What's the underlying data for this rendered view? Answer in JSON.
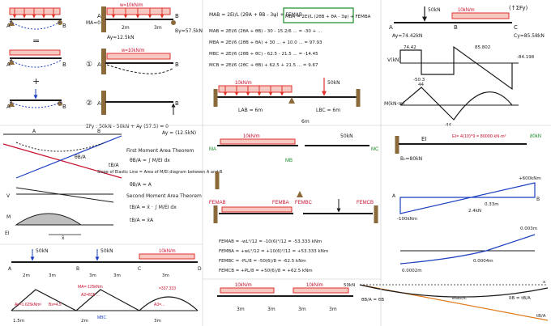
{
  "colors": {
    "beam_load": "#e0312b",
    "beam_fill": "#f6c8c2",
    "support": "#8a6a3a",
    "ink": "#1a1a1a",
    "blue_ink": "#1b3fbf",
    "red_ink": "#c8102e",
    "green_ink": "#1a8a2a",
    "tangent_orange": "#e07a1a",
    "shade_gray": "#bfbfbf"
  },
  "panel_top_left": {
    "equals": "=",
    "plus": "+",
    "A": "A",
    "B": "B"
  },
  "panel_fbd": {
    "load": "w=10kN/m",
    "span_a": "2m",
    "span_b": "3m",
    "reaction_a": "Ay=12.5kN",
    "reaction_b": "By=57.5kN",
    "moment_a": "MA=0",
    "step1": "①",
    "step2": "②",
    "A": "A",
    "B": "B",
    "equilibrium": "ΣFy : 50kN - 50kN + Ay  (57.5) = 0",
    "ay_result": "Ay = (12.5kN)"
  },
  "panel_equations": {
    "line1": "MAB = 2EI/L (2θA + θB - 3ψ) + FEMAB",
    "line1_boxed": "MBA = 2EI/L (2θB + θA - 3ψ) + FEMBA",
    "line2": "MAB = 2EI/6 (2θA + θB) - 30 - 15.2/6 ... = -30 + ...",
    "line3": "MBA = 2EI/6 (2θB + θA) + 30 ... + 10.0 ... = 97.93",
    "line4": "MBC = 2EI/6 (2θB + θC) - 62.5 - 21.5 ... = -14.45",
    "line5": "MCB = 2EI/6 (2θC + θB) + 62.5 + 21.5 ... = 9.67"
  },
  "panel_mid_beam": {
    "load": "10kN/m",
    "force": "50kN",
    "span1": "LAB = 6m",
    "span2": "LBC = 6m",
    "dim": "6m"
  },
  "panel_top_right": {
    "force": "50kN",
    "load": "10kN/m",
    "title": "(↑ΣFy)",
    "reaction_a": "Ay=74.42kN",
    "reaction_c": "Cy=85.58kN",
    "shear_values": [
      "74.42",
      "-50.3",
      "85.802",
      "-84.198"
    ],
    "shear_label": "V(kN)",
    "moment_label": "M(kN·m)",
    "moment_values": [
      "44",
      "-44"
    ],
    "A": "A",
    "B": "B",
    "C": "C"
  },
  "panel_moment_area": {
    "A": "A",
    "B": "B",
    "t_label": "tB/A",
    "theta_label": "θB/A",
    "title1": "First Moment Area Theorem",
    "eq1": "θB/A = ∫ M/EI dx",
    "slope_note": "Slope of Elastic Line = Area of M/EI diagram between A and B",
    "eq1b": "θB/A = A",
    "title2": "Second Moment Area Theorem",
    "eq2": "tB/A = x̄ · ∫ M/EI dx",
    "eq2b": "tB/A = x̄A",
    "V": "V",
    "M": "M",
    "EI": "EI",
    "xbar": "x̄"
  },
  "panel_fem": {
    "load": "10kN/m",
    "force": "50kN",
    "MA": "MA",
    "MB": "MB",
    "MC": "MC",
    "fem_ab": "FEMAB",
    "fem_ba": "FEMBA",
    "fem_bc": "FEMBC",
    "fem_cb": "FEMCB",
    "fem1": "FEMAB = -wL²/12 = -10(6)²/12 = -53.333 kNm",
    "fem2": "FEMBA = +wL²/12 = +10(6)²/12 = +53.333 kNm",
    "fem3": "FEMBC = -PL/8 = -50(6)/8 = -62.5 kNm",
    "fem4": "FEMCB = +PL/8 = +50(6)/8 = +62.5 kNm"
  },
  "panel_right_mid": {
    "A": "A",
    "B": "B",
    "EI": "EI",
    "load_top": "EI= 4(10)^9 = 80000 kN·m²",
    "force": "80kN",
    "reaction": "B₀=80kN",
    "values": [
      "+600kNm",
      "-100kNm",
      "0.33m",
      "2.4kN",
      "0.0002m",
      "0.0004m",
      "0.003m"
    ]
  },
  "panel_bottom_left": {
    "forces": [
      "50kN",
      "50kN",
      "10kN/m"
    ],
    "spans": [
      "2m",
      "3m",
      "3m",
      "3m",
      "3m"
    ],
    "labels": [
      "A",
      "B",
      "C",
      "D"
    ],
    "values": [
      "Ay=1.625kNm²",
      "A2=825 ...",
      "MA=-125kNm",
      "Bs=4.5",
      "A3=...",
      "MBC",
      "=337.333"
    ],
    "bottom_dims": [
      "1.5m",
      "2m",
      "3m"
    ]
  },
  "panel_bottom_mid": {
    "load": "10kN/m",
    "load2": "10kN/m",
    "dims": [
      "3m",
      "3m",
      "3m",
      "3m"
    ],
    "side": "50kN"
  },
  "panel_bottom_right": {
    "theta": "θB/A = θB",
    "t": "tB/A",
    "delta": "δB = tB/A",
    "x": "x",
    "tangent": "tan",
    "elastic": "elastic"
  }
}
